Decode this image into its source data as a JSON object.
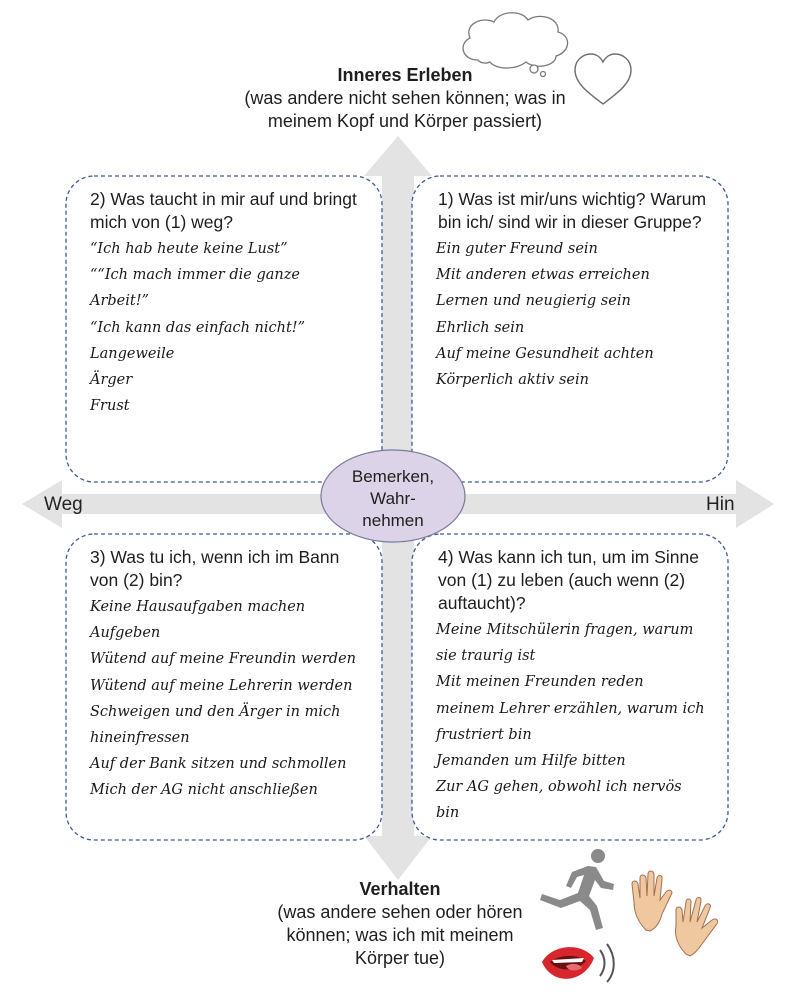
{
  "top": {
    "title": "Inneres Erleben",
    "lines": [
      "(was andere nicht sehen können; was in",
      "meinem Kopf und Körper passiert)"
    ]
  },
  "bottom": {
    "title": "Verhalten",
    "lines": [
      "(was andere sehen oder hören",
      "können; was ich mit meinem",
      "Körper tue)"
    ]
  },
  "axis": {
    "left": "Weg",
    "right": "Hin"
  },
  "center": {
    "lines": [
      "Bemerken,",
      "Wahr-",
      "nehmen"
    ]
  },
  "quadrants": {
    "q2": {
      "title": "2) Was taucht in mir auf und bringt mich von (1) weg?",
      "items": [
        "“Ich hab heute keine Lust”",
        "““Ich mach immer die ganze",
        "Arbeit!”",
        "“Ich kann das einfach nicht!”",
        "Langeweile",
        "Ärger",
        "Frust"
      ]
    },
    "q1": {
      "title": "1) Was ist mir/uns wichtig? Warum bin ich/ sind wir in dieser Gruppe?",
      "items": [
        "Ein guter Freund sein",
        "Mit anderen etwas erreichen",
        "Lernen und neugierig sein",
        "Ehrlich sein",
        "Auf meine Gesundheit achten",
        "Körperlich aktiv sein"
      ]
    },
    "q3": {
      "title": "3) Was tu ich, wenn ich im Bann von (2) bin?",
      "items": [
        "Keine Hausaufgaben machen",
        "Aufgeben",
        "Wütend auf meine Freundin werden",
        "Wütend auf meine Lehrerin werden",
        "Schweigen und den Ärger in mich",
        "hineinfressen",
        "Auf der Bank sitzen und schmollen",
        "Mich der AG nicht anschließen"
      ]
    },
    "q4": {
      "title": "4) Was kann ich tun, um im Sinne von (1) zu leben (auch wenn (2) auftaucht)?",
      "items": [
        "Meine Mitschülerin fragen, warum",
        "sie traurig ist",
        "Mit meinen Freunden reden",
        "meinem Lehrer erzählen, warum ich",
        "frustriert bin",
        "Jemanden um Hilfe bitten",
        "Zur AG gehen, obwohl ich nervös",
        "bin"
      ]
    }
  },
  "icons": {
    "thought": "thought-bubble-icon",
    "heart": "heart-icon",
    "runner": "running-person-icon",
    "hands": "hands-icon",
    "mouth": "speaking-mouth-icon"
  },
  "colors": {
    "arrow": "#e3e3e3",
    "box_border": "#3b5a98",
    "center_fill": "#ddd3e8",
    "center_stroke": "#7a7a9a"
  }
}
